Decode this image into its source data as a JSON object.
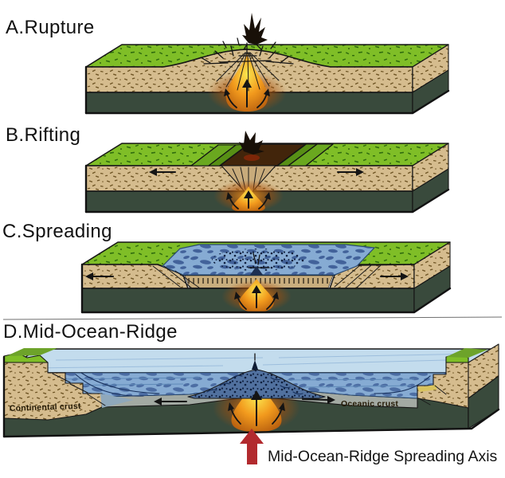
{
  "figure": {
    "background": "#ffffff",
    "panels": {
      "a": {
        "title": "A.Rupture"
      },
      "b": {
        "title": "B.Rifting"
      },
      "c": {
        "title": "C.Spreading"
      },
      "d": {
        "title": "D.Mid-Ocean-Ridge",
        "continental_crust_label": "Continental crust",
        "oceanic_crust_label": "Oceanic crust",
        "spreading_axis_label": "Mid-Ocean-Ridge Spreading Axis"
      }
    },
    "colors": {
      "grass": "#7fbe27",
      "grass_top_back": "#6da32a",
      "grass_speck": "#2f6b0d",
      "crust_tan": "#d5bc8e",
      "crust_speck": "#6e5424",
      "mantle": "#394a3c",
      "rift_floor": "#42250b",
      "rift_lava": "#7c2608",
      "fault_step_light": "#6aa81f",
      "fault_step_dark": "#578f15",
      "dike_band_tan": "#c9ae7e",
      "water_surface": "#c3dced",
      "water_mid": "#86abd3",
      "water_deep": "#3a5a94",
      "ridge_blue": "#51719f",
      "sediment_wedge": "#8fa8bb",
      "beach_gold": "#d9c35e",
      "oceanic_crust_gray": "#a3aaa3",
      "magma_core": "#fbe54e",
      "magma_mid": "#f29a1d",
      "magma_deep": "#a9500b",
      "eruption_black": "#181008",
      "axis_arrow_red": "#b22a2e",
      "outline": "#161616"
    }
  }
}
